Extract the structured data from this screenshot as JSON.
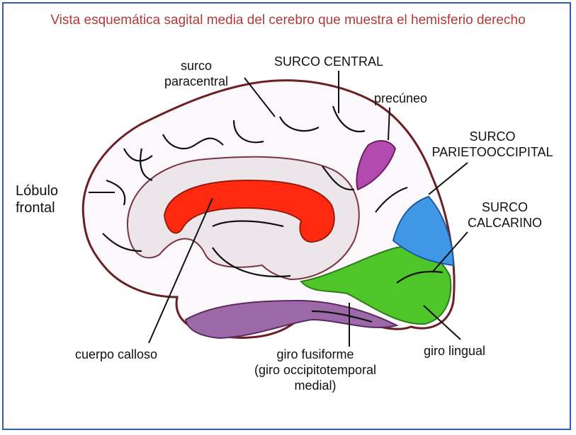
{
  "title": "Vista esquemática sagital media del cerebro que muestra el hemisferio derecho",
  "labels": {
    "surco_paracentral_1": "surco",
    "surco_paracentral_2": "paracentral",
    "surco_central": "SURCO CENTRAL",
    "precuneo": "precúneo",
    "parieto_1": "SURCO",
    "parieto_2": "PARIETOOCCIPITAL",
    "lobulo_1": "Lóbulo",
    "lobulo_2": "frontal",
    "calcarino_1": "SURCO",
    "calcarino_2": "CALCARINO",
    "cuerpo_calloso": "cuerpo calloso",
    "fusiforme_1": "giro fusiforme",
    "fusiforme_2": "(giro occipitotemporal",
    "fusiforme_3": "medial)",
    "giro_lingual": "giro lingual"
  },
  "colors": {
    "frame": "#2f5fae",
    "title": "#b03a3a",
    "corpus_callosum": "#ff2a10",
    "cuneus_blue": "#3f97e6",
    "green": "#4ec62a",
    "precuneus_purple": "#b24ab0",
    "fusiform_purple": "#9c6aa8",
    "outline": "#6b1f25",
    "gyrus_fill": "#ece6ea"
  }
}
